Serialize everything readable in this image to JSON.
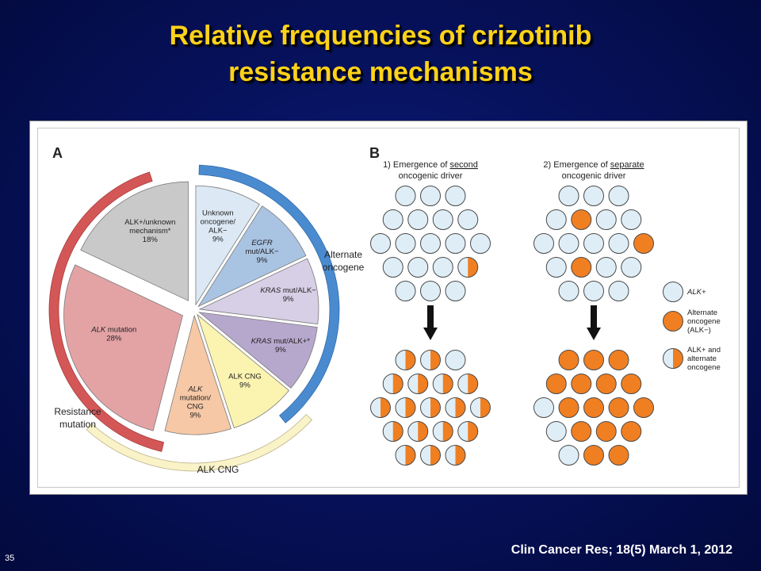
{
  "title": {
    "line1": "Relative frequencies of crizotinib",
    "line2": "resistance mechanisms"
  },
  "citation": "Clin Cancer Res; 18(5) March 1, 2012",
  "slide_number": "35",
  "panel_a": {
    "label": "A",
    "arc_labels": {
      "alternate_oncogene": [
        "Alternate",
        "oncogene"
      ],
      "resistance_mutation": [
        "Resistance",
        "mutation"
      ],
      "alk_cng": "ALK CNG"
    }
  },
  "chart_data": {
    "type": "pie",
    "title": "",
    "slices": [
      {
        "label_lines": [
          "Unknown",
          "oncogene/",
          "ALK−",
          "9%"
        ],
        "value": 9,
        "color": "#dce9f5",
        "group": "Alternate oncogene"
      },
      {
        "label_lines": [
          "EGFR",
          "mut/ALK−",
          "9%"
        ],
        "value": 9,
        "color": "#a9c3e2",
        "group": "Alternate oncogene"
      },
      {
        "label_lines": [
          "KRAS mut/ALK−",
          "9%"
        ],
        "value": 9,
        "color": "#d6cfe6",
        "group": "Alternate oncogene"
      },
      {
        "label_lines": [
          "KRAS mut/ALK+*",
          "9%"
        ],
        "value": 9,
        "color": "#b6a8cd",
        "group": "Alternate oncogene"
      },
      {
        "label_lines": [
          "ALK CNG",
          "9%"
        ],
        "value": 9,
        "color": "#fbf3b0",
        "group": "ALK CNG"
      },
      {
        "label_lines": [
          "ALK",
          "mutation/",
          "CNG",
          "9%"
        ],
        "value": 9,
        "color": "#f6c8a6",
        "group": "Resistance mutation / ALK CNG"
      },
      {
        "label_lines": [
          "ALK mutation",
          "28%"
        ],
        "value": 28,
        "color": "#e3a3a5",
        "group": "Resistance mutation"
      },
      {
        "label_lines": [
          "ALK+/unknown",
          "mechanism*",
          "18%"
        ],
        "value": 18,
        "color": "#c9c9c9",
        "group": "Unknown"
      }
    ]
  },
  "panel_b": {
    "label": "B",
    "columns": [
      {
        "title_lines": [
          "1) Emergence of second",
          "oncogenic driver"
        ],
        "emphasis": "second"
      },
      {
        "title_lines": [
          "2) Emergence of separate",
          "oncogenic driver"
        ],
        "emphasis": "separate"
      }
    ],
    "legend": [
      {
        "kind": "alk",
        "lines": [
          "ALK+"
        ]
      },
      {
        "kind": "alt",
        "lines": [
          "Alternate",
          "oncogene",
          "(ALK−)"
        ]
      },
      {
        "kind": "half",
        "lines": [
          "ALK+ and",
          "alternate",
          "oncogene"
        ]
      }
    ],
    "colors": {
      "alk": "#dfeef6",
      "alt": "#f07f22",
      "stroke": "#4a4a4a"
    }
  }
}
